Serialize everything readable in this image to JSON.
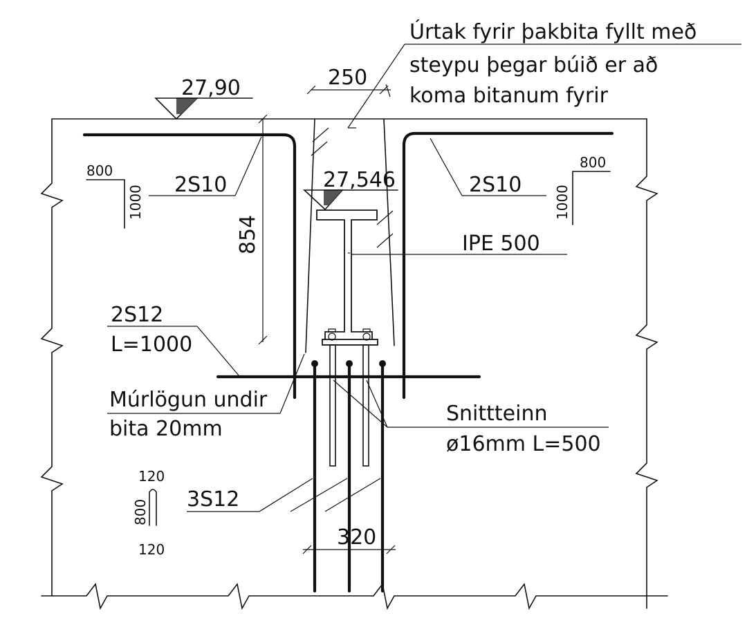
{
  "note": {
    "line1": "Úrtak fyrir þakbita fyllt með",
    "line2": "steypu þegar búið er að",
    "line3": "koma bitanum fyrir"
  },
  "levels": {
    "top": "27,90",
    "beam_seat": "27,546"
  },
  "dimensions": {
    "recess_width": "250",
    "depth": "854",
    "anchor_spacing": "320"
  },
  "rebar": {
    "left_label": "2S10",
    "right_label": "2S10",
    "left_leg_horizontal": "800",
    "left_leg_vertical": "1000",
    "right_leg_horizontal": "800",
    "right_leg_vertical": "1000",
    "bottom_bar_line1": "2S12",
    "bottom_bar_line2": "L=1000",
    "stirrup_label": "3S12",
    "stirrup_top": "120",
    "stirrup_height": "800",
    "stirrup_bottom": "120"
  },
  "beam": {
    "label": "IPE 500"
  },
  "grout": {
    "line1": "Múrlögun undir",
    "line2": "bita 20mm"
  },
  "anchor": {
    "line1": "Snittteinn",
    "line2": "ø16mm L=500"
  }
}
